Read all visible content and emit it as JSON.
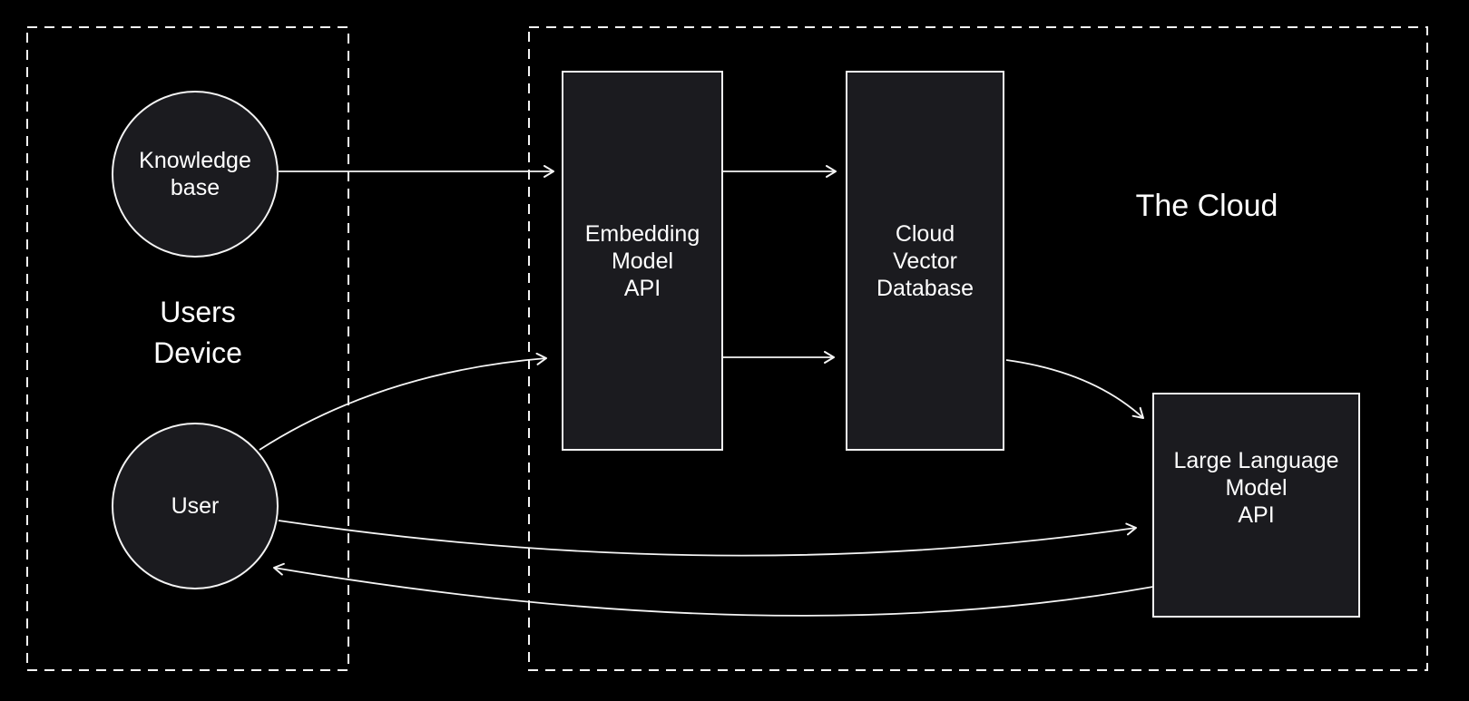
{
  "colors": {
    "background": "#000000",
    "node_fill": "#1b1b1f",
    "line": "#f4f4f4",
    "text": "#ffffff"
  },
  "groups": {
    "users_device": {
      "line1": "Users",
      "line2": "Device"
    },
    "cloud": {
      "label": "The Cloud"
    }
  },
  "nodes": {
    "knowledge_base": {
      "line1": "Knowledge",
      "line2": "base"
    },
    "user": {
      "line1": "User"
    },
    "embedding_model_api": {
      "line1": "Embedding",
      "line2": "Model",
      "line3": "API"
    },
    "cloud_vector_database": {
      "line1": "Cloud",
      "line2": "Vector",
      "line3": "Database"
    },
    "large_language_model_api": {
      "line1": "Large Language",
      "line2": "Model",
      "line3": "API"
    }
  },
  "edges": [
    {
      "from": "knowledge_base",
      "to": "embedding_model_api"
    },
    {
      "from": "user",
      "to": "embedding_model_api"
    },
    {
      "from": "embedding_model_api",
      "to": "cloud_vector_database",
      "position": "upper"
    },
    {
      "from": "embedding_model_api",
      "to": "cloud_vector_database",
      "position": "lower"
    },
    {
      "from": "cloud_vector_database",
      "to": "large_language_model_api"
    },
    {
      "from": "user",
      "to": "large_language_model_api"
    },
    {
      "from": "large_language_model_api",
      "to": "user"
    }
  ]
}
